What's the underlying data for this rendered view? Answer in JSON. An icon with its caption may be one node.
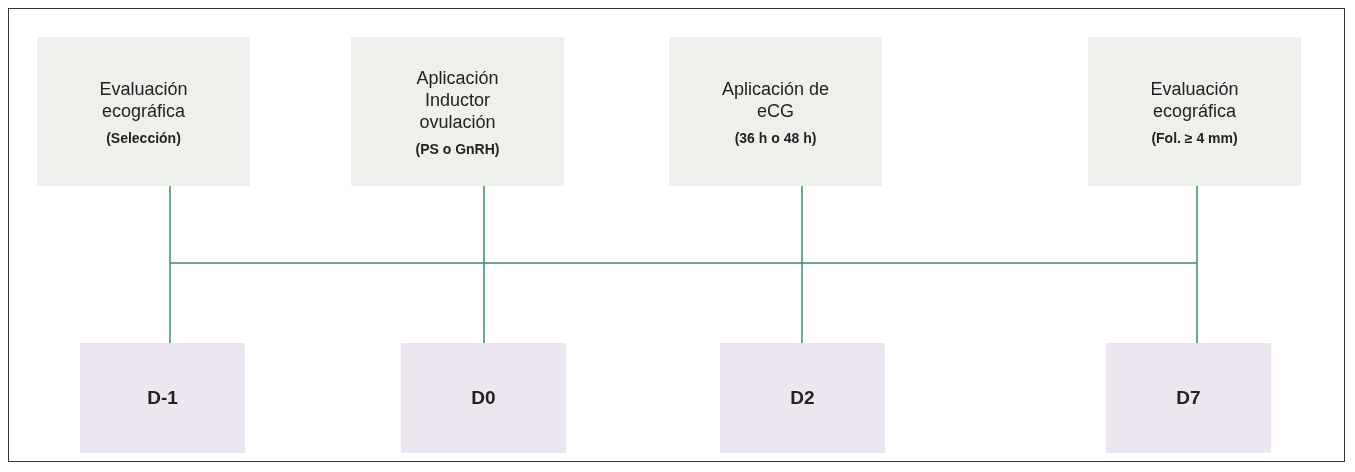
{
  "diagram": {
    "nodes": [
      {
        "text": [
          "Evaluación ecográfica",
          "(Selección)"
        ]
      },
      {
        "text": [
          "Aplicación Inductor ovulación",
          "(PS o GnRH)"
        ]
      },
      {
        "text": [
          "Aplicación de eCG",
          "(36 h o 48 h)"
        ]
      },
      {
        "text": [
          "Evaluación ecográfica",
          "(Fol. ≥ 4 mm)"
        ]
      },
      {
        "text": [
          "D-1"
        ]
      },
      {
        "text": [
          "D0"
        ]
      },
      {
        "text": [
          "D2"
        ]
      },
      {
        "text": [
          "D7"
        ]
      }
    ],
    "edges": [
      {
        "from": 0,
        "to": 4,
        "arrow": "none"
      },
      {
        "from": 1,
        "to": 5,
        "arrow": "none"
      },
      {
        "from": 2,
        "to": 6,
        "arrow": "none"
      },
      {
        "from": 3,
        "to": 7,
        "arrow": "none"
      }
    ]
  }
}
